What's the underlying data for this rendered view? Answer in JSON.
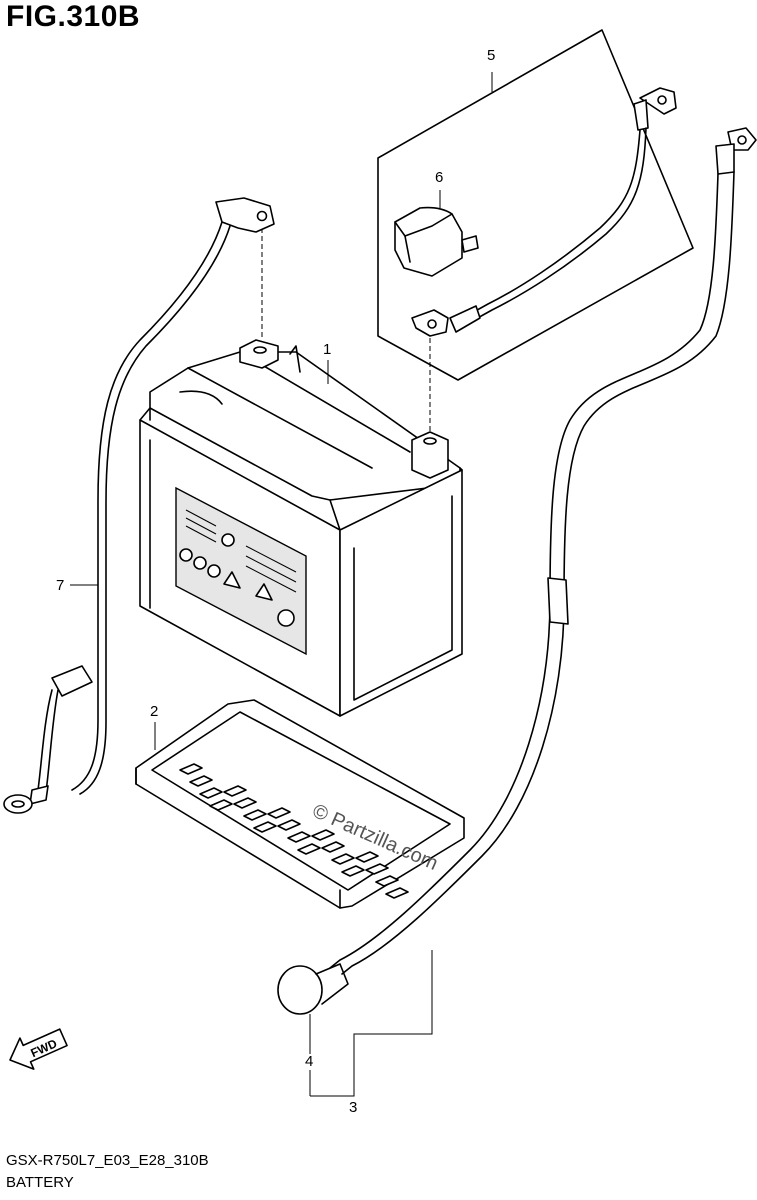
{
  "figure": {
    "title": "FIG.310B",
    "code": "GSX-R750L7_E03_E28_310B",
    "name": "BATTERY",
    "watermark": "© Partzilla.com",
    "fwd_label": "FWD"
  },
  "callouts": [
    {
      "id": "1",
      "label": "1"
    },
    {
      "id": "2",
      "label": "2"
    },
    {
      "id": "3",
      "label": "3"
    },
    {
      "id": "4",
      "label": "4"
    },
    {
      "id": "5",
      "label": "5"
    },
    {
      "id": "6",
      "label": "6"
    },
    {
      "id": "7",
      "label": "7"
    }
  ],
  "colors": {
    "line": "#000000",
    "background": "#ffffff"
  }
}
